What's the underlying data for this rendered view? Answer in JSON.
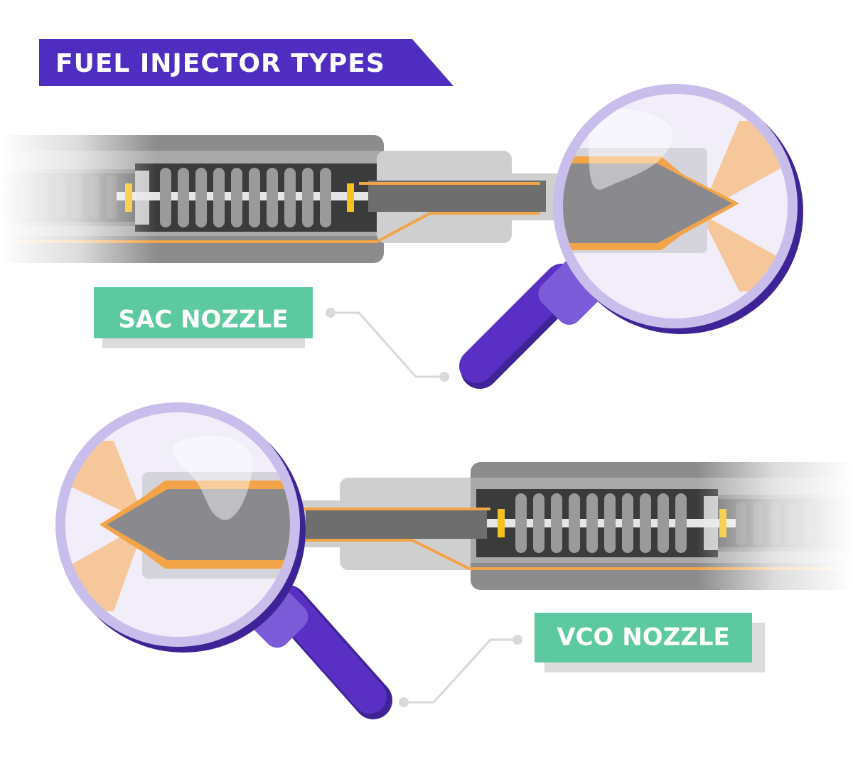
{
  "title": "FUEL INJECTOR TYPES",
  "labels": {
    "sac": "SAC NOZZLE",
    "vco": "VCO NOZZLE"
  },
  "colors": {
    "title_bg": "#4E2DC0",
    "title_text": "#FFFFFF",
    "label_bg": "#5CC9A0",
    "label_shadow": "#DCDCDC",
    "label_text": "#FFFFFF",
    "fuel_line": "#F2A448",
    "body_dark": "#3B3B3B",
    "body_mid": "#8C8C8C",
    "body_light": "#C8C8C8",
    "needle": "#707070",
    "magnifier_ring": "#C9BDEB",
    "magnifier_handle": "#5A2FC4",
    "spray": "#F7C08A",
    "leader_line": "#D9D9D9"
  },
  "icons": [
    "magnifier-icon",
    "spring-icon",
    "needle-icon",
    "spray-icon"
  ]
}
